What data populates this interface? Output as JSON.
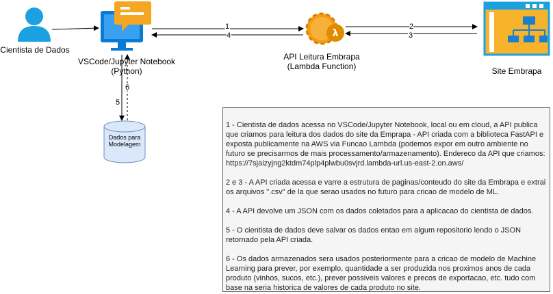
{
  "nodes": {
    "scientist": "Cientista de Dados",
    "vscode": "VSCode/Jupyter Notebook\n(Python)",
    "api": "API Leitura Embrapa\n(Lambda Function)",
    "site": "Site Embrapa",
    "db": "Dados para\nModelagem"
  },
  "edges": {
    "e1": "1",
    "e2": "2",
    "e3": "3",
    "e4": "4",
    "e5": "5",
    "e6": "6"
  },
  "notes": [
    "1 - Cientista de dados acessa no VSCode/Jupyter Notebook, local ou em cloud, a API publica que criamos para leitura dos dados do site da Emprapa - API criada com a biblioteca FastAPI e exposta publicamente na AWS via Funcao Lambda (podemos expor em outro ambiente no futuro se precisarmos de mais processamento/armazenamento). Endereco da API que criamos: https://7sjaizyjng2ktdm74plp4plwbu0svjrd.lambda-url.us-east-2.on.aws/",
    "2 e 3 - A API criada acessa e varre a estrutura de paginas/conteudo do site da Embrapa e extrai os arquivos \".csv\" de la que serao usados no futuro para cricao de modelo de ML.",
    "4 - A API devolve um JSON com os dados coletados para a aplicacao do cientista de dados.",
    "5 - O cientista de dados deve salvar os dados entao em algum repositorio lendo o JSON retornado pela API criada.",
    "6 - Os dados armazenados sera usados posteriormente para a cricao de modelo de Machine Learning para prever, por exemplo, quantidade a ser produzida nos proximos anos de cada produto (vinhos, sucos, etc.), prever possiveis valores e precos de exportacao, etc. tudo com base na seria historica de valores de cada produto no site."
  ],
  "colors": {
    "user_blue": "#1ba1e2",
    "vscode_blue": "#0a7bd4",
    "chat_orange": "#f5a623",
    "lambda_orange": "#f39c12",
    "site_orange": "#f7b32b",
    "db_blue": "#dae8fc",
    "db_border": "#6c8ebf"
  }
}
